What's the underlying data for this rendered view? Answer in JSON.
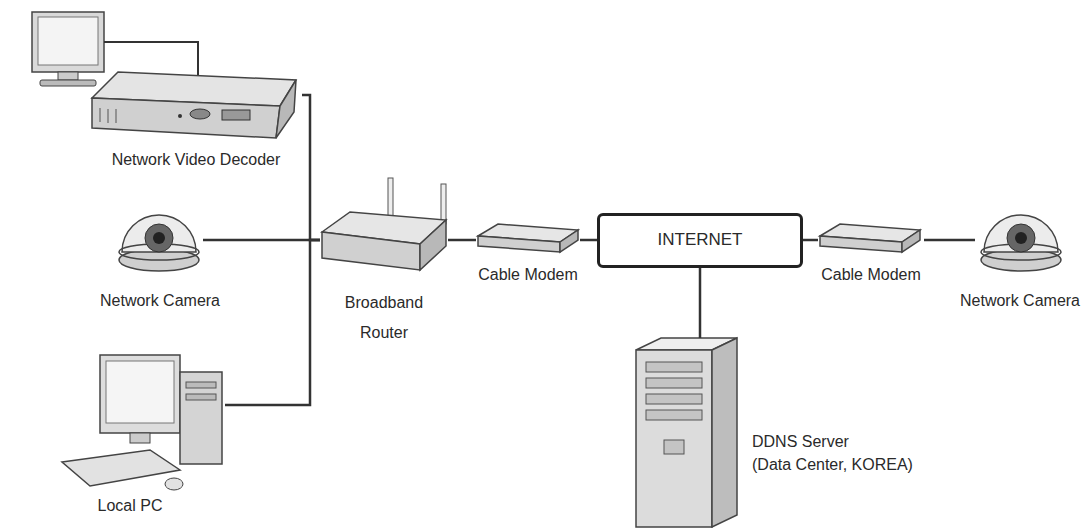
{
  "diagram": {
    "nodes": [
      {
        "text": [
          "Network Video Decoder"
        ]
      },
      {
        "text": [
          "Network Camera"
        ]
      },
      {
        "text": [
          "Local PC"
        ]
      },
      {
        "text": [
          "Broadband Router"
        ]
      },
      {
        "text": [
          "Cable Modem"
        ]
      },
      {
        "text": [
          "INTERNET"
        ]
      },
      {
        "text": [
          "Cable Modem"
        ]
      },
      {
        "text": [
          "Network Camera"
        ]
      },
      {
        "text": [
          "DDNS Server (Data Center, KOREA)"
        ]
      }
    ],
    "edges": [
      {
        "from": 0,
        "to": 3,
        "arrow": "none"
      },
      {
        "from": 1,
        "to": 3,
        "arrow": "none"
      },
      {
        "from": 2,
        "to": 3,
        "arrow": "none"
      },
      {
        "from": 3,
        "to": 4,
        "arrow": "none"
      },
      {
        "from": 4,
        "to": 5,
        "arrow": "none"
      },
      {
        "from": 5,
        "to": 6,
        "arrow": "none"
      },
      {
        "from": 6,
        "to": 7,
        "arrow": "none"
      },
      {
        "from": 5,
        "to": 8,
        "arrow": "none"
      }
    ]
  }
}
